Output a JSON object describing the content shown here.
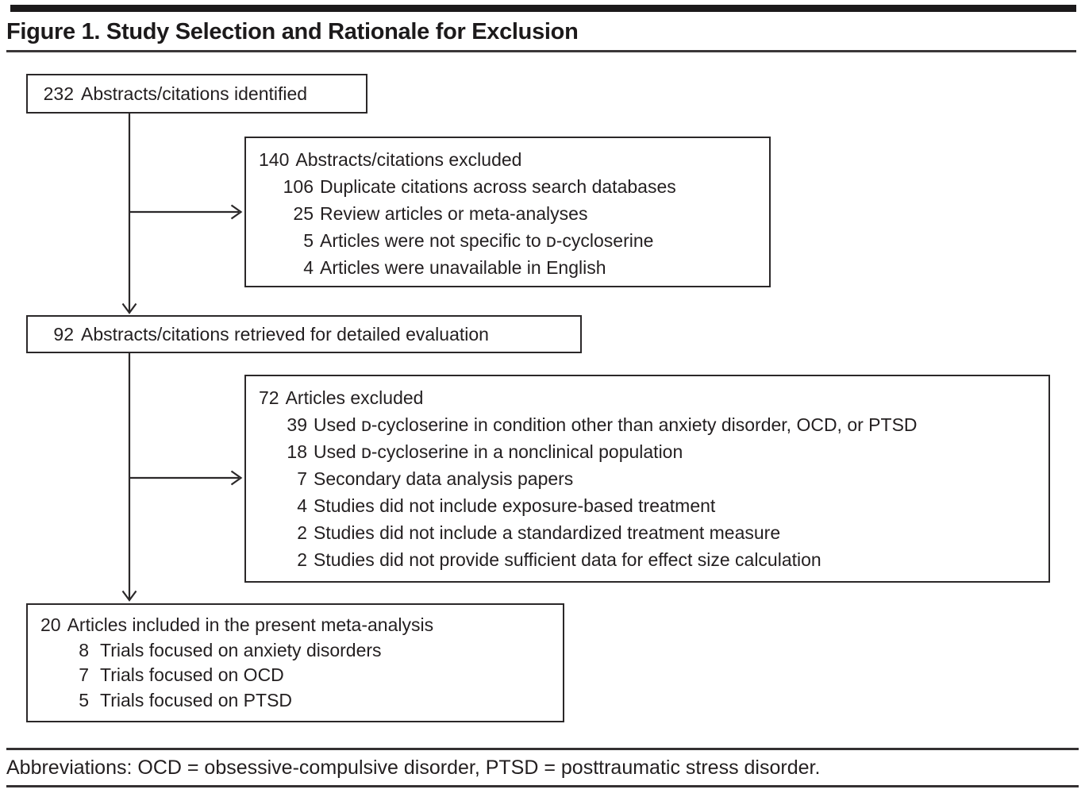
{
  "figure": {
    "title": "Figure 1. Study Selection and Rationale for Exclusion",
    "abbreviations": "Abbreviations: OCD = obsessive-compulsive disorder, PTSD = posttraumatic stress disorder."
  },
  "colors": {
    "ink": "#231f20",
    "background": "#ffffff"
  },
  "flowchart": {
    "boxes": [
      {
        "id": "identified",
        "lines": [
          {
            "num": "232",
            "text": "Abstracts/citations identified"
          }
        ]
      },
      {
        "id": "abstracts-excluded",
        "lines": [
          {
            "num": "140",
            "text": "Abstracts/citations excluded"
          },
          {
            "num": "106",
            "text": "Duplicate citations across search databases"
          },
          {
            "num": "25",
            "text": "Review articles or meta-analyses"
          },
          {
            "num": "5",
            "text": "Articles were not specific to ᴅ-cycloserine"
          },
          {
            "num": "4",
            "text": "Articles were unavailable in English"
          }
        ]
      },
      {
        "id": "retrieved",
        "lines": [
          {
            "num": "92",
            "text": "Abstracts/citations retrieved for detailed evaluation"
          }
        ]
      },
      {
        "id": "articles-excluded",
        "lines": [
          {
            "num": "72",
            "text": "Articles excluded"
          },
          {
            "num": "39",
            "text": "Used ᴅ-cycloserine in condition other than anxiety disorder, OCD, or PTSD"
          },
          {
            "num": "18",
            "text": "Used ᴅ-cycloserine in a nonclinical population"
          },
          {
            "num": "7",
            "text": "Secondary data analysis papers"
          },
          {
            "num": "4",
            "text": "Studies did not include exposure-based treatment"
          },
          {
            "num": "2",
            "text": "Studies did not include a standardized treatment measure"
          },
          {
            "num": "2",
            "text": "Studies did not provide sufficient data for effect size calculation"
          }
        ]
      },
      {
        "id": "included",
        "lines": [
          {
            "num": "20",
            "text": "Articles included in the present meta-analysis"
          },
          {
            "num": "8",
            "text": "Trials focused on anxiety disorders"
          },
          {
            "num": "7",
            "text": "Trials focused on OCD"
          },
          {
            "num": "5",
            "text": "Trials focused on PTSD"
          }
        ]
      }
    ]
  }
}
